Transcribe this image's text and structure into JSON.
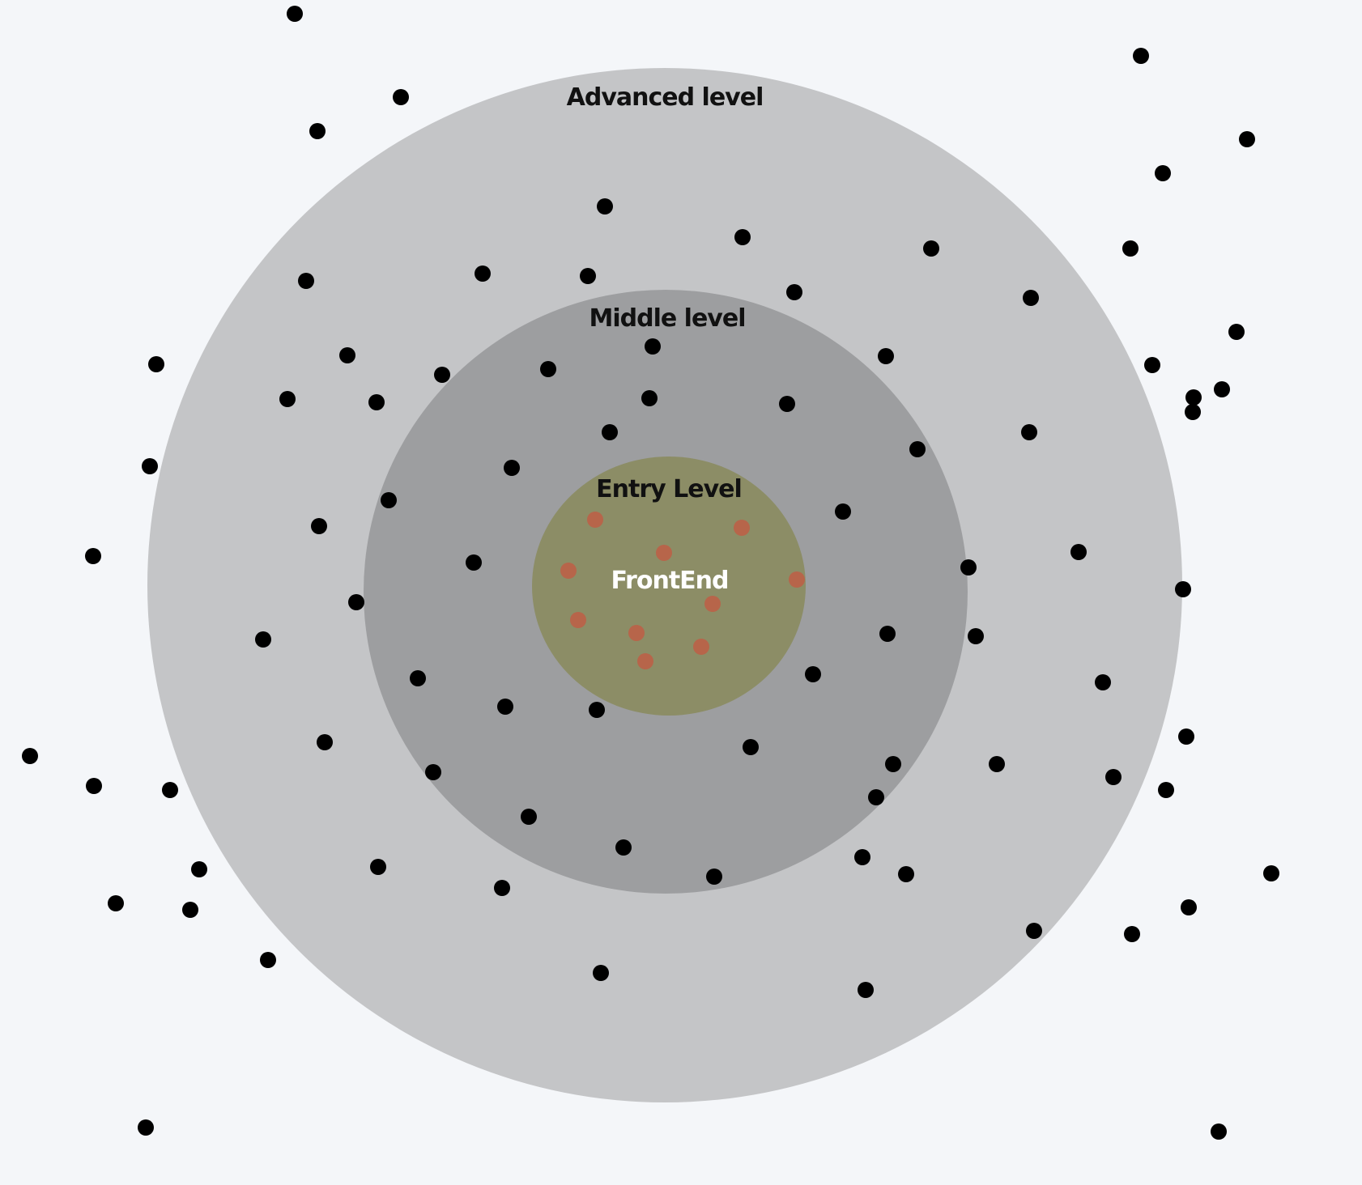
{
  "colors": {
    "background": "#f4f6f9",
    "advanced_ring": "#c4c5c7",
    "middle_ring": "#9d9ea0",
    "entry_circle": "#8c8d66",
    "dot_outer": "#000000",
    "dot_core": "#b7654a",
    "label_dark": "#111111",
    "label_light": "#ffffff"
  },
  "labels": {
    "advanced": "Advanced level",
    "middle": "Middle level",
    "entry": "Entry Level",
    "center": "FrontEnd"
  }
}
